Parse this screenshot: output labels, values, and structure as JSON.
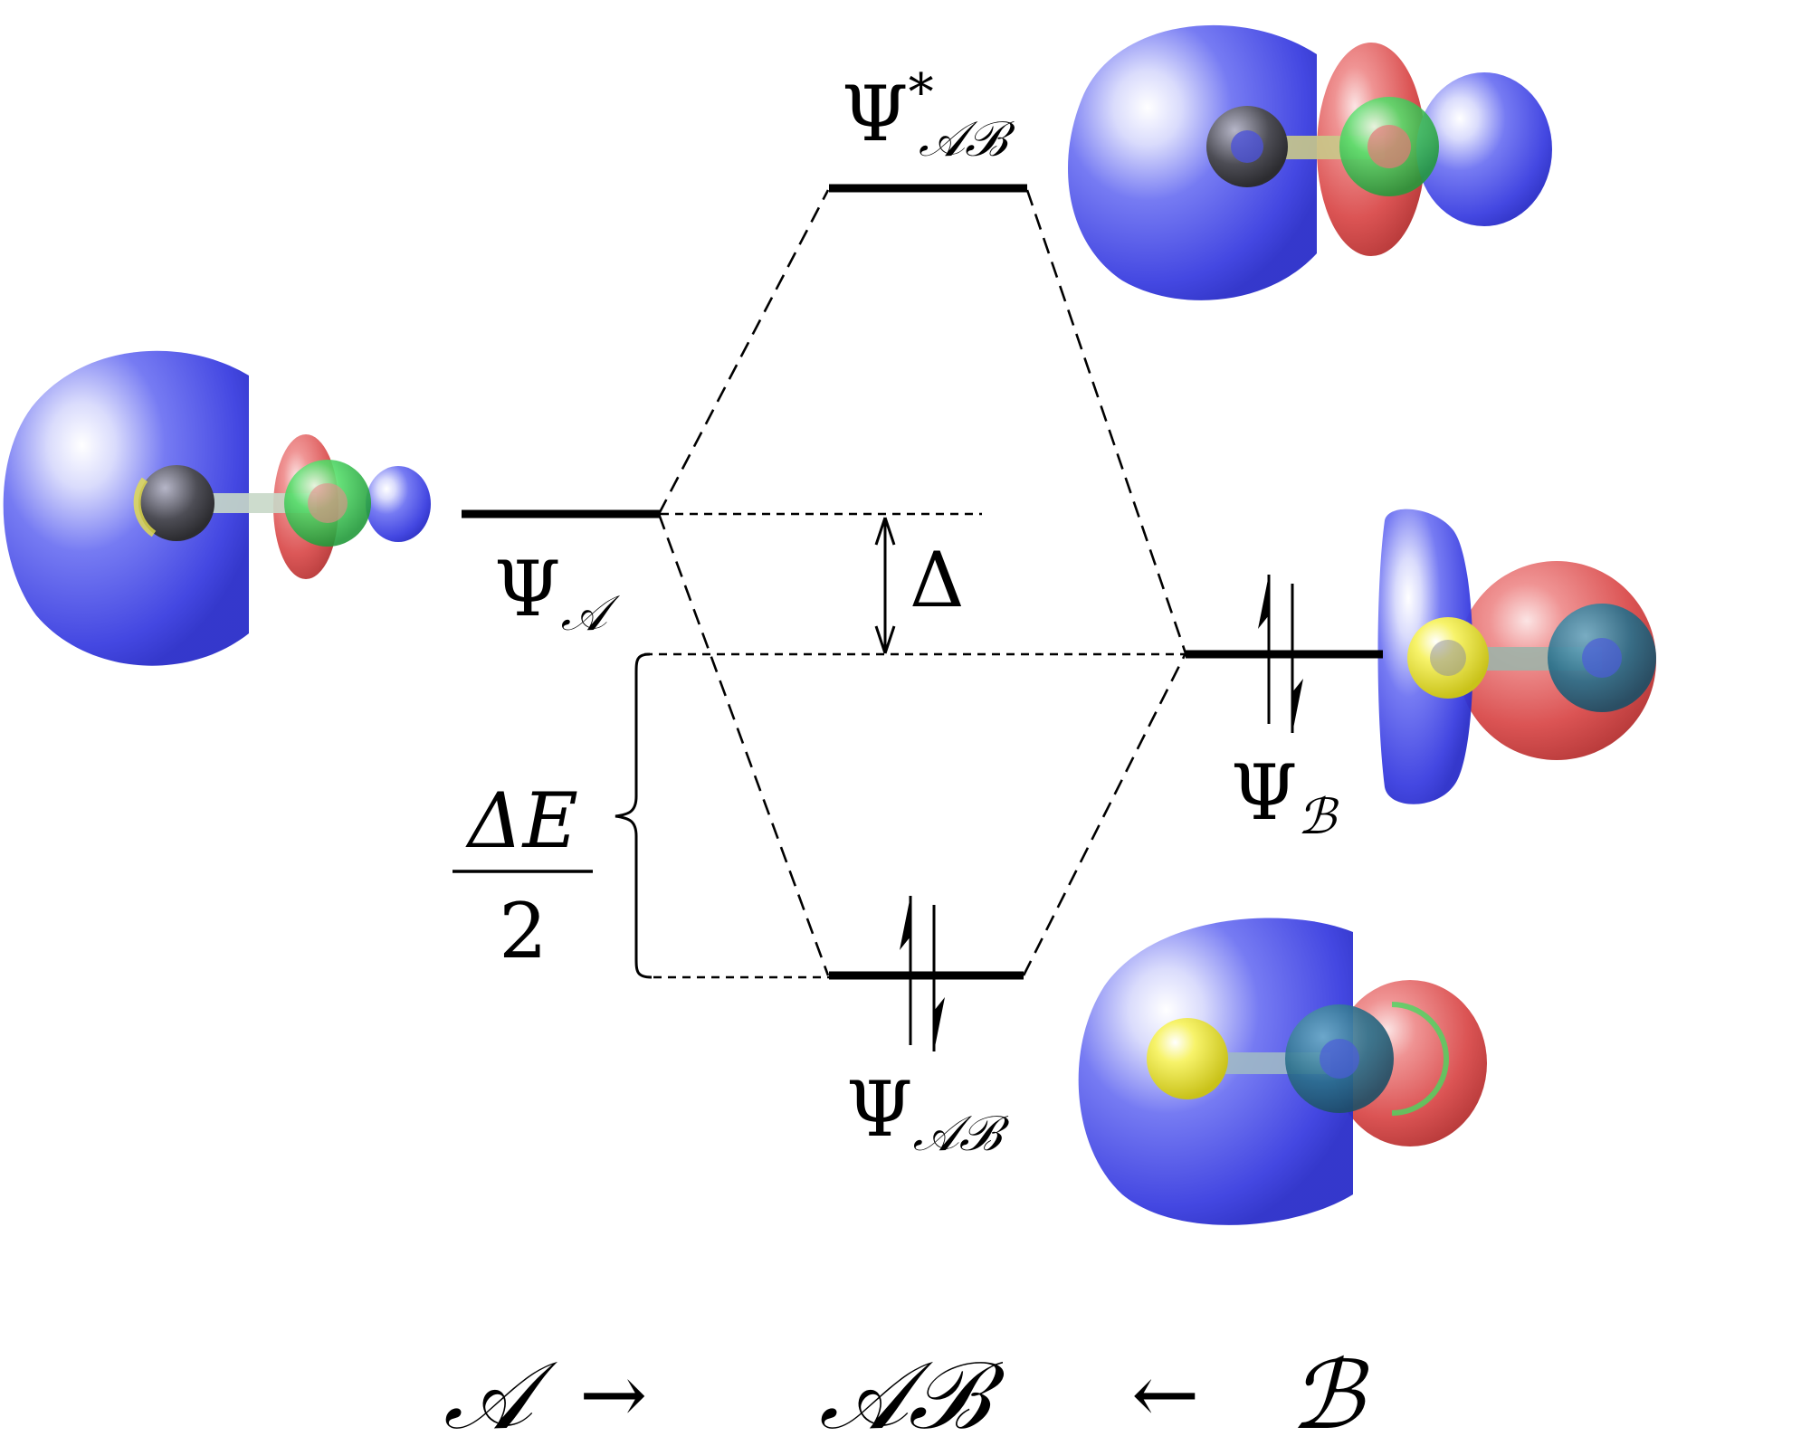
{
  "levels": {
    "psi_a": {
      "symbol": "Ψ",
      "subscript": "𝒜"
    },
    "psi_b": {
      "symbol": "Ψ",
      "subscript": "ℬ"
    },
    "psi_ab": {
      "symbol": "Ψ",
      "subscript": "𝒜ℬ"
    },
    "psi_ab_star": {
      "symbol": "Ψ",
      "superscript": "*",
      "subscript": "𝒜ℬ"
    }
  },
  "gap_label": "Δ",
  "half_energy": {
    "numerator": "ΔE",
    "denominator": "2"
  },
  "reaction": {
    "reactant_a": "𝒜",
    "arrow_right": "→",
    "product": "𝒜ℬ",
    "arrow_left": "←",
    "reactant_b": "ℬ"
  },
  "colors": {
    "positive_lobe": "#3a3ee0",
    "negative_lobe": "#d93a3a",
    "carbon_atom": "#555555",
    "sulfur_atom": "#f0ee3c",
    "chlorine_atom": "#3ccf55"
  }
}
